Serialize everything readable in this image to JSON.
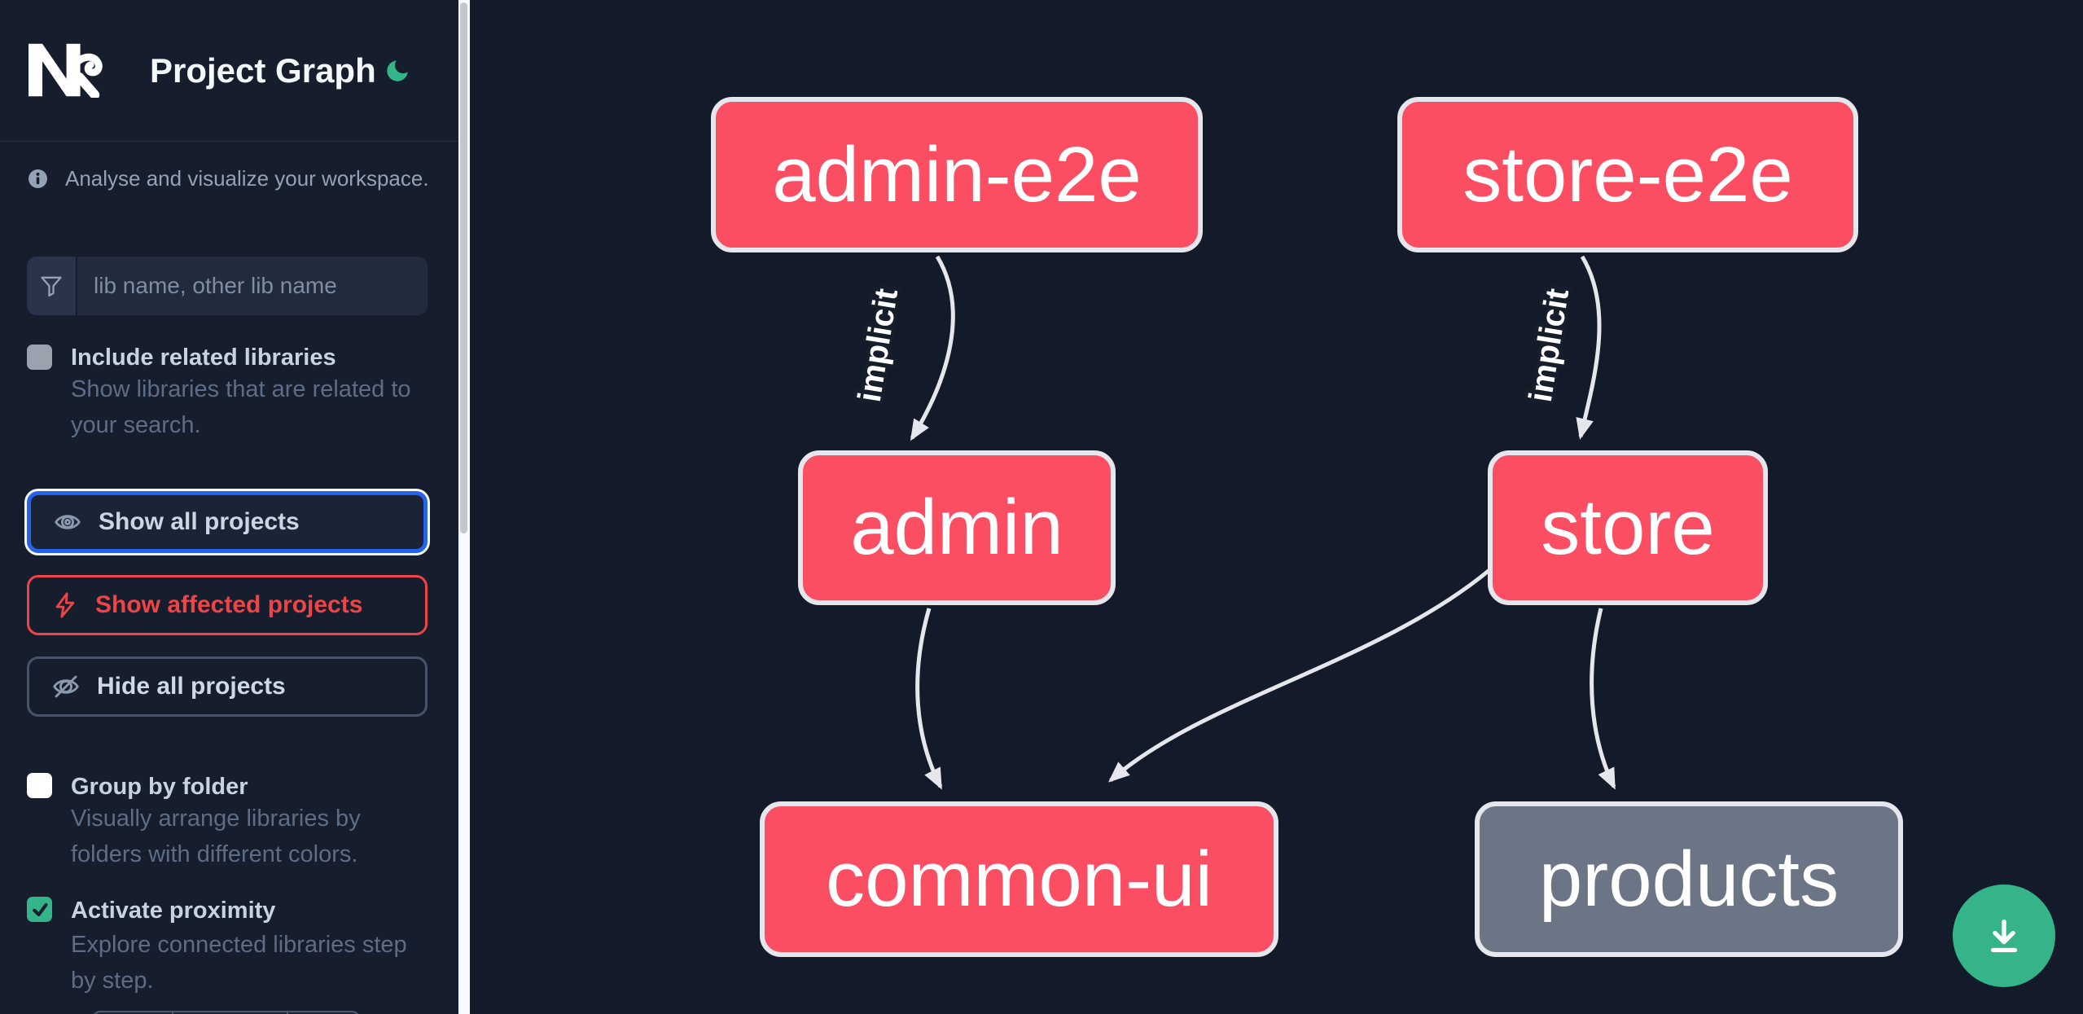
{
  "header": {
    "title": "Project Graph"
  },
  "sidebar": {
    "tagline": "Analyse and visualize your workspace.",
    "search": {
      "placeholder": "lib name, other lib name"
    },
    "focus_buttons": [
      {
        "label": "Show all projects",
        "icon": "eye-icon",
        "state": "focused"
      },
      {
        "label": "Show affected projects",
        "icon": "lightning-bolt-icon",
        "state": "affected"
      },
      {
        "label": "Hide all projects",
        "icon": "eye-off-icon",
        "state": "default"
      }
    ],
    "checkboxes": [
      {
        "label": "Include related libraries",
        "description": "Show libraries that are related to your search.",
        "checked": false
      },
      {
        "label": "Group by folder",
        "description": "Visually arrange libraries by folders with different colors.",
        "checked": false
      },
      {
        "label": "Activate proximity",
        "description": "Explore connected libraries step by step.",
        "checked": true
      }
    ]
  },
  "graph": {
    "nodes": [
      {
        "id": "admin-e2e",
        "label": "admin-e2e",
        "color": "pink"
      },
      {
        "id": "store-e2e",
        "label": "store-e2e",
        "color": "pink"
      },
      {
        "id": "admin",
        "label": "admin",
        "color": "pink"
      },
      {
        "id": "store",
        "label": "store",
        "color": "pink"
      },
      {
        "id": "common-ui",
        "label": "common-ui",
        "color": "pink"
      },
      {
        "id": "products",
        "label": "products",
        "color": "gray"
      }
    ],
    "edges": [
      {
        "from": "admin-e2e",
        "to": "admin",
        "label": "implicit"
      },
      {
        "from": "store-e2e",
        "to": "store",
        "label": "implicit"
      },
      {
        "from": "admin",
        "to": "common-ui",
        "label": ""
      },
      {
        "from": "store",
        "to": "common-ui",
        "label": ""
      },
      {
        "from": "store",
        "to": "products",
        "label": ""
      }
    ]
  },
  "fab": {
    "icon": "download-icon"
  },
  "colors": {
    "node_pink": "#fb4e63",
    "node_gray": "#6b7585",
    "accent_green": "#35b48a",
    "focus_blue": "#2563eb",
    "affected_red": "#ee4446",
    "edge_gray": "#e5e7ec",
    "sidebar_bg": "#161d2d",
    "canvas_bg": "#131a29"
  }
}
